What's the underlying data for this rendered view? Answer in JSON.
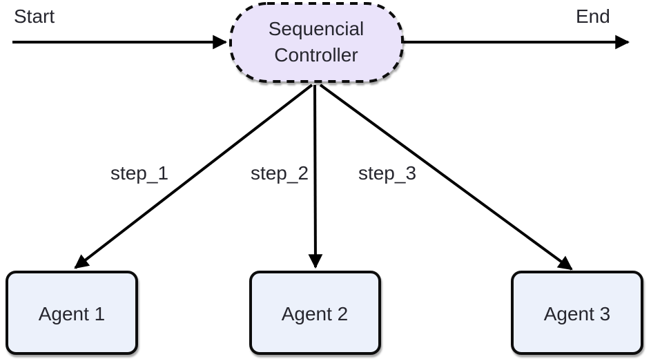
{
  "flow": {
    "start_label": "Start",
    "end_label": "End",
    "controller": {
      "line1": "Sequencial",
      "line2": "Controller"
    },
    "edges": [
      {
        "label": "step_1",
        "from": "controller",
        "to": "Agent 1"
      },
      {
        "label": "step_2",
        "from": "controller",
        "to": "Agent 2"
      },
      {
        "label": "step_3",
        "from": "controller",
        "to": "Agent 3"
      }
    ],
    "agents": [
      {
        "label": "Agent 1"
      },
      {
        "label": "Agent 2"
      },
      {
        "label": "Agent 3"
      }
    ],
    "colors": {
      "controller_fill": "#EAE3FA",
      "agent_fill": "#ECF1FB",
      "line": "#000000",
      "text": "#26262e"
    }
  }
}
